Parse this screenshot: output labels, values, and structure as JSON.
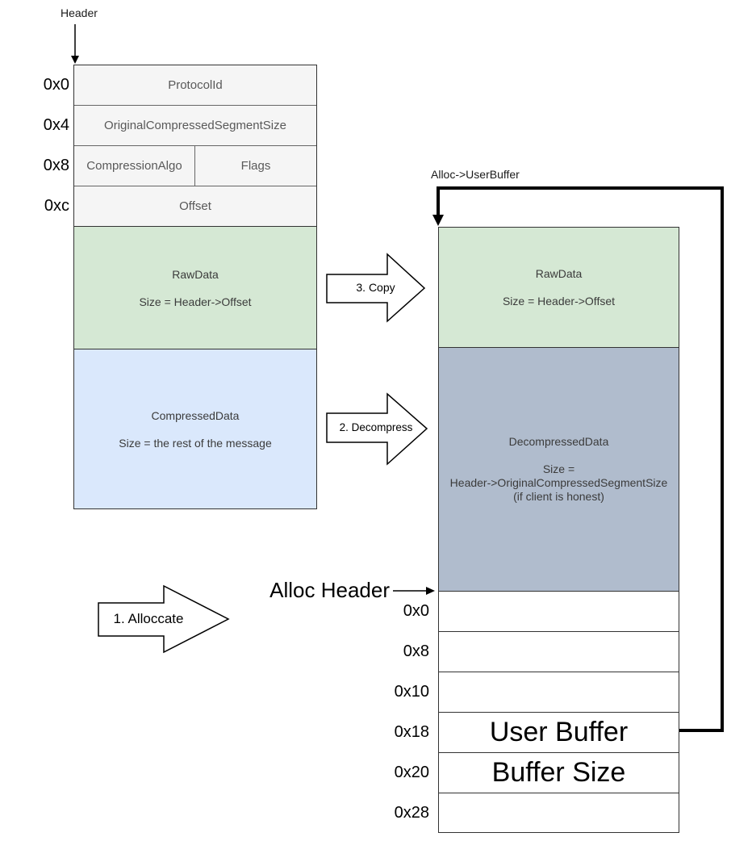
{
  "header_struct": {
    "pointer_label": "Header",
    "offsets": [
      "0x0",
      "0x4",
      "0x8",
      "0xc"
    ],
    "rows": {
      "protocol_id": "ProtocolId",
      "original_size": "OriginalCompressedSegmentSize",
      "compression_algo": "CompressionAlgo",
      "flags": "Flags",
      "offset": "Offset"
    },
    "raw_data": {
      "title": "RawData",
      "size": "Size = Header->Offset"
    },
    "compressed_data": {
      "title": "CompressedData",
      "size": "Size = the rest of the message"
    }
  },
  "alloc_struct": {
    "pointer_label": "Alloc->UserBuffer",
    "raw_data": {
      "title": "RawData",
      "size": "Size = Header->Offset"
    },
    "decompressed_data": {
      "title": "DecompressedData",
      "size_line1": "Size =",
      "size_line2": "Header->OriginalCompressedSegmentSize",
      "size_line3": "(if client is honest)"
    },
    "alloc_header_label": "Alloc Header",
    "pool_rows": [
      {
        "offset": "0x0",
        "label": ""
      },
      {
        "offset": "0x8",
        "label": ""
      },
      {
        "offset": "0x10",
        "label": ""
      },
      {
        "offset": "0x18",
        "label": "User Buffer"
      },
      {
        "offset": "0x20",
        "label": "Buffer Size"
      },
      {
        "offset": "0x28",
        "label": ""
      }
    ]
  },
  "step_arrows": {
    "allocate": "1. Alloccate",
    "decompress": "2. Decompress",
    "copy": "3. Copy"
  },
  "colors": {
    "raw_green": "#d5e8d4",
    "compressed_blue": "#dae8fc",
    "decompressed_gray_blue": "#b0bccd",
    "header_row_gray": "#f5f5f5"
  }
}
